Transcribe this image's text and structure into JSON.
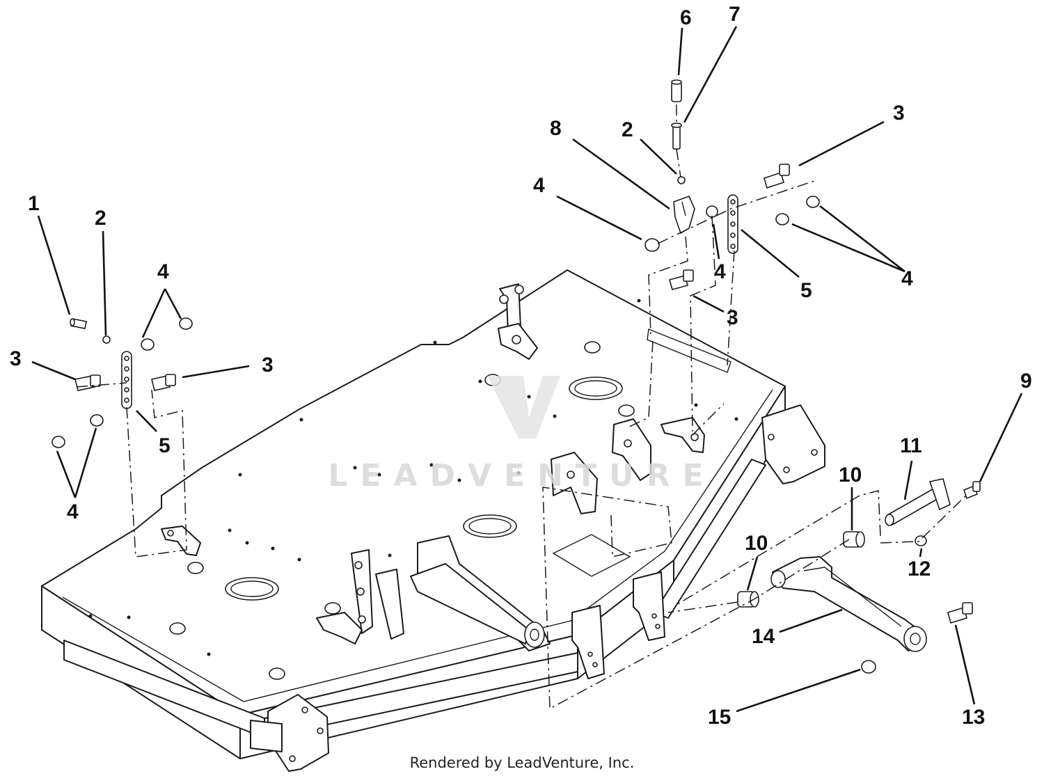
{
  "callouts": [
    {
      "id": "c1",
      "label": "1"
    },
    {
      "id": "c2a",
      "label": "2"
    },
    {
      "id": "c3a",
      "label": "3"
    },
    {
      "id": "c3b",
      "label": "3"
    },
    {
      "id": "c4a",
      "label": "4"
    },
    {
      "id": "c4b",
      "label": "4"
    },
    {
      "id": "c5a",
      "label": "5"
    },
    {
      "id": "c6",
      "label": "6"
    },
    {
      "id": "c7",
      "label": "7"
    },
    {
      "id": "c8",
      "label": "8"
    },
    {
      "id": "c2b",
      "label": "2"
    },
    {
      "id": "c3c",
      "label": "3"
    },
    {
      "id": "c4c",
      "label": "4"
    },
    {
      "id": "c4d",
      "label": "4"
    },
    {
      "id": "c4e",
      "label": "4"
    },
    {
      "id": "c5b",
      "label": "5"
    },
    {
      "id": "c3d",
      "label": "3"
    },
    {
      "id": "c9",
      "label": "9"
    },
    {
      "id": "c11",
      "label": "11"
    },
    {
      "id": "c10a",
      "label": "10"
    },
    {
      "id": "c10b",
      "label": "10"
    },
    {
      "id": "c12",
      "label": "12"
    },
    {
      "id": "c14",
      "label": "14"
    },
    {
      "id": "c13",
      "label": "13"
    },
    {
      "id": "c15",
      "label": "15"
    }
  ],
  "watermark": "LEADVENTURE",
  "credit": "Rendered by LeadVenture, Inc."
}
